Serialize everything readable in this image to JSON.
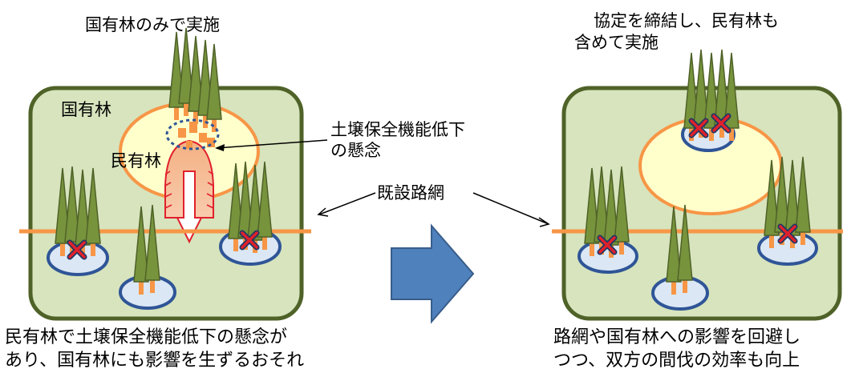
{
  "left": {
    "title": "国有林のみで実施",
    "forest_label": "国有林",
    "private_label": "民有林",
    "concern_label_line1": "土壌保全機能低下",
    "concern_label_line2": "の懸念",
    "caption_line1": "民有林で土壌保全機能低下の懸念が",
    "caption_line2": "あり、国有林にも影響を生ずるおそれ"
  },
  "center": {
    "road_label": "既設路網"
  },
  "right": {
    "title_line1": "協定を締結し、民有林も",
    "title_line2": "含めて実施",
    "caption_line1": "路網や国有林への影響を回避し",
    "caption_line2": "つつ、双方の間伐の効率も向上"
  },
  "colors": {
    "forest_fill": "#d7e4bd",
    "forest_border": "#4f6228",
    "road": "#f79646",
    "private_fill": "#ffffcc",
    "arrow": "#4f81bd",
    "tree": "#77933c",
    "cross": "#e0202c"
  }
}
